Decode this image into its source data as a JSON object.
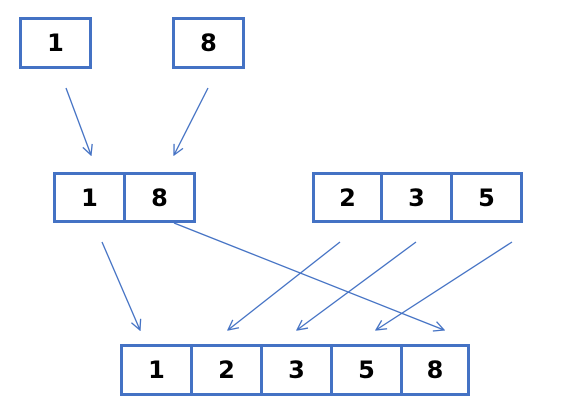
{
  "colors": {
    "box_border": "#4472C4",
    "arrow": "#4472C4",
    "text": "#000000"
  },
  "top_left": {
    "value": "1"
  },
  "top_right": {
    "value": "8"
  },
  "merged_pair": {
    "values": [
      "1",
      "8"
    ]
  },
  "right_group": {
    "values": [
      "2",
      "3",
      "5"
    ]
  },
  "result": {
    "values": [
      "1",
      "2",
      "3",
      "5",
      "8"
    ]
  }
}
